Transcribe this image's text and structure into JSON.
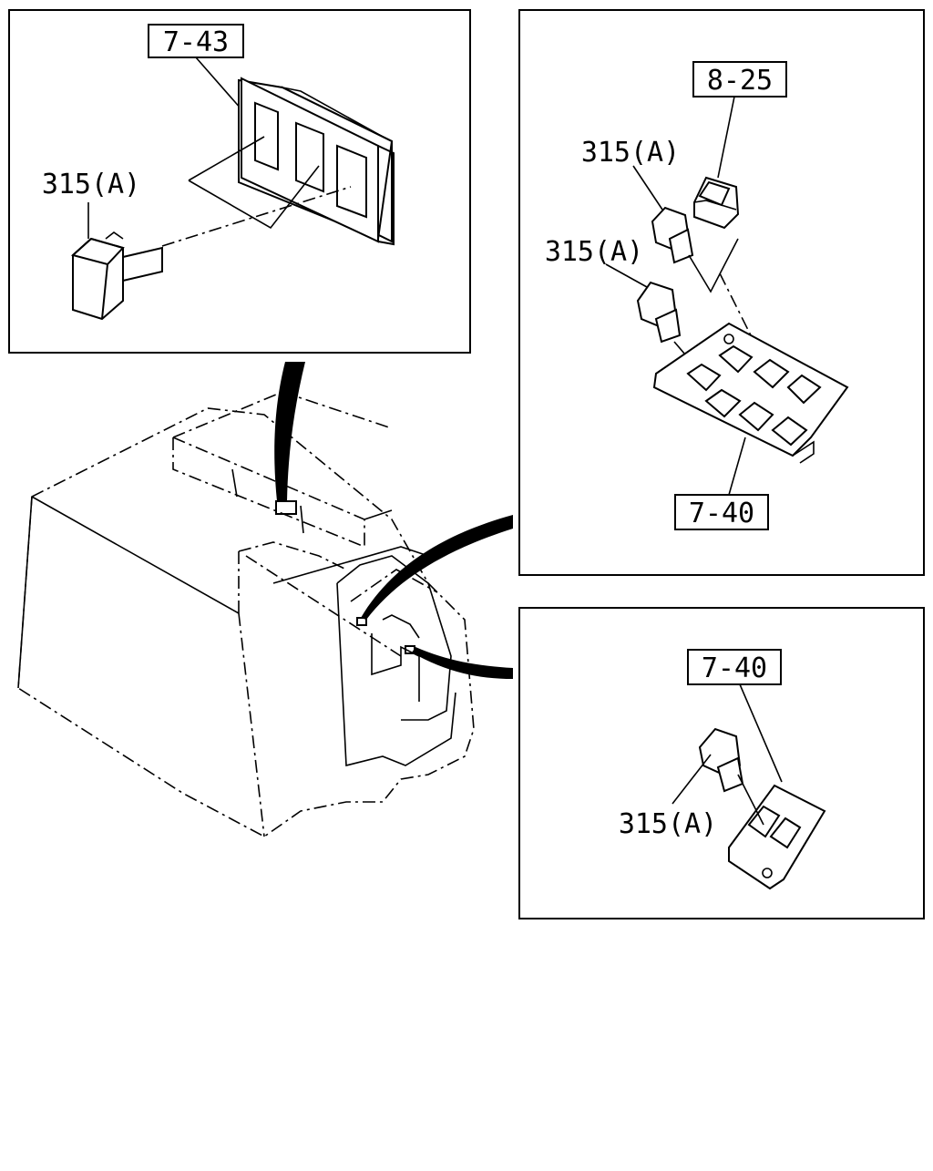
{
  "callouts": {
    "top_left_ref": "7-43",
    "top_left_part": "315(A)",
    "top_right_ref_connector": "8-25",
    "top_right_part_1": "315(A)",
    "top_right_part_2": "315(A)",
    "top_right_ref_block": "7-40",
    "bottom_right_ref": "7-40",
    "bottom_right_part": "315(A)"
  }
}
